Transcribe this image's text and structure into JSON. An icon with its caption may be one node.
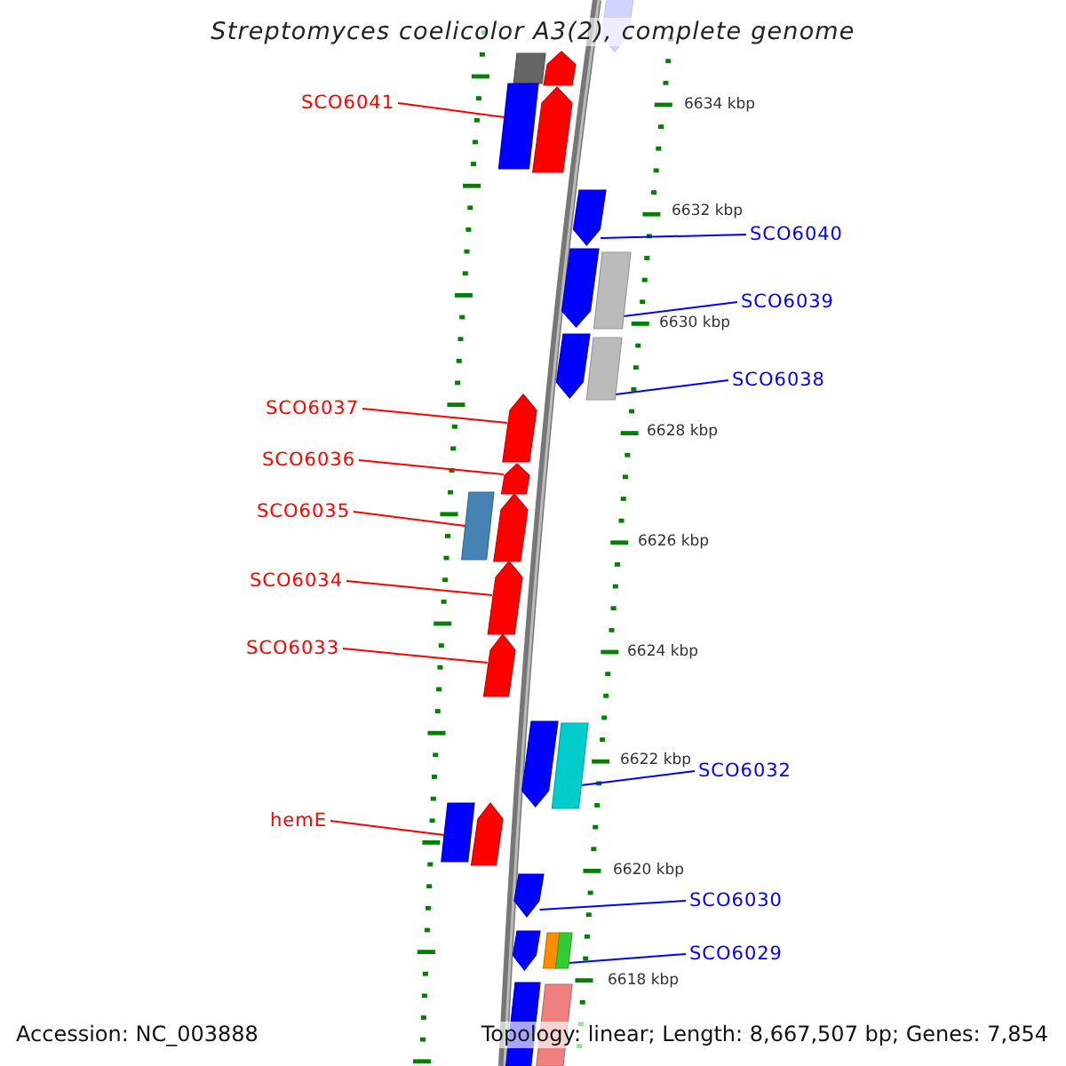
{
  "diagram": {
    "title": "Streptomyces coelicolor A3(2), complete genome",
    "nodes": [
      {
        "text": [
          "SCO6041"
        ]
      },
      {
        "text": [
          "SCO6040"
        ]
      },
      {
        "text": [
          "SCO6039"
        ]
      },
      {
        "text": [
          "SCO6038"
        ]
      },
      {
        "text": [
          "SCO6037"
        ]
      },
      {
        "text": [
          "SCO6036"
        ]
      },
      {
        "text": [
          "SCO6035"
        ]
      },
      {
        "text": [
          "SCO6034"
        ]
      },
      {
        "text": [
          "SCO6033"
        ]
      },
      {
        "text": [
          "SCO6032"
        ]
      },
      {
        "text": [
          "hemE"
        ]
      },
      {
        "text": [
          "SCO6030"
        ]
      },
      {
        "text": [
          "SCO6029"
        ]
      },
      {
        "text": [],
        "shape": "bar"
      },
      {
        "text": [],
        "shape": "bar"
      },
      {
        "text": [],
        "shape": "bar"
      },
      {
        "text": [],
        "shape": "bar"
      },
      {
        "text": [],
        "shape": "bar"
      },
      {
        "text": [],
        "shape": "bar"
      },
      {
        "text": [],
        "shape": "bar"
      },
      {
        "text": [],
        "shape": "bar"
      },
      {
        "text": [],
        "shape": "bar"
      },
      {
        "text": [],
        "shape": "bar"
      },
      {
        "text": [],
        "shape": "bar"
      },
      {
        "text": [],
        "shape": "bar"
      },
      {
        "text": [],
        "shape": "bar"
      },
      {
        "text": [],
        "shape": "bar"
      },
      {
        "text": [],
        "shape": "bar"
      },
      {
        "text": [],
        "shape": "bar"
      },
      {
        "text": [],
        "shape": "bar"
      },
      {
        "text": [],
        "shape": "bar"
      },
      {
        "text": [],
        "shape": "bar"
      },
      {
        "text": [],
        "shape": "bar"
      },
      {
        "text": [],
        "shape": "bar"
      },
      {
        "text": [],
        "shape": "bar"
      },
      {
        "text": [],
        "shape": "bar"
      },
      {
        "text": [],
        "shape": "bar"
      },
      {
        "text": [],
        "shape": "bar"
      },
      {
        "text": [],
        "shape": "bar"
      }
    ],
    "edges": [
      {
        "from": 0,
        "to": 16,
        "arrow": "none",
        "color": "#ff0000"
      },
      {
        "from": 1,
        "to": 18,
        "arrow": "none",
        "color": "#0000ff"
      },
      {
        "from": 2,
        "to": 20,
        "arrow": "none",
        "color": "#0000ff"
      },
      {
        "from": 3,
        "to": 22,
        "arrow": "none",
        "color": "#0000ff"
      },
      {
        "from": 4,
        "to": 23,
        "arrow": "none",
        "color": "#ff0000"
      },
      {
        "from": 5,
        "to": 24,
        "arrow": "none",
        "color": "#ff0000"
      },
      {
        "from": 6,
        "to": 25,
        "arrow": "none",
        "color": "#ff0000"
      },
      {
        "from": 7,
        "to": 27,
        "arrow": "none",
        "color": "#ff0000"
      },
      {
        "from": 8,
        "to": 28,
        "arrow": "none",
        "color": "#ff0000"
      },
      {
        "from": 9,
        "to": 30,
        "arrow": "none",
        "color": "#0000ff"
      },
      {
        "from": 10,
        "to": 31,
        "arrow": "none",
        "color": "#ff0000"
      },
      {
        "from": 11,
        "to": 33,
        "arrow": "none",
        "color": "#0000ff"
      },
      {
        "from": 12,
        "to": 36,
        "arrow": "none",
        "color": "#0000ff"
      }
    ],
    "labels": [
      "6634 kbp",
      "6632 kbp",
      "6630 kbp",
      "6628 kbp",
      "6626 kbp",
      "6624 kbp",
      "6622 kbp",
      "6620 kbp",
      "6618 kbp",
      "Accession: NC_003888",
      "Topology: linear; Length: 8,667,507 bp; Genes: 7,854"
    ]
  }
}
